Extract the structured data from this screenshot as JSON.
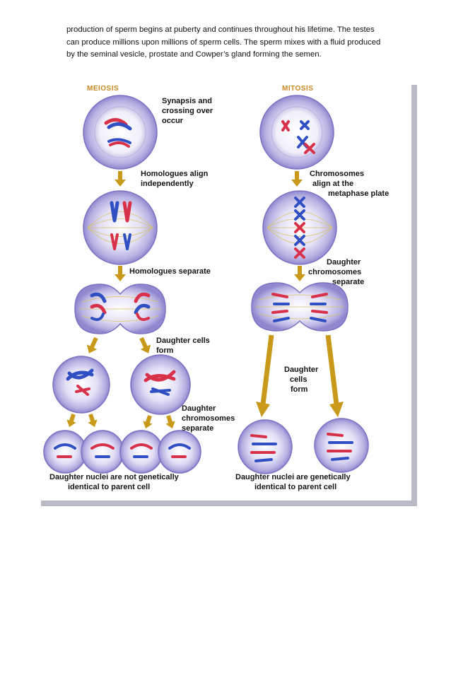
{
  "paragraph": {
    "lines": [
      "production of sperm begins at puberty and continues throughout his lifetime.  The testes",
      "can produce millions upon millions of sperm cells.  The sperm mixes with a fluid produced",
      "by the seminal vesicle, prostate and Cowper’s gland forming the semen."
    ]
  },
  "figure": {
    "meiosis_header": "MEIOSIS",
    "mitosis_header": "MITOSIS",
    "meiosis_labels": {
      "synapsis_1": "Synapsis and",
      "synapsis_2": "crossing over",
      "synapsis_3": "occur",
      "align_1": "Homologues align",
      "align_2": "independently",
      "separate": "Homologues separate",
      "cells_1": "Daughter cells",
      "cells_2": "form",
      "chrom_1": "Daughter",
      "chrom_2": "chromosomes",
      "chrom_3": "separate",
      "result_1": "Daughter nuclei are not genetically",
      "result_2": "identical to parent cell"
    },
    "mitosis_labels": {
      "align_1": "Chromosomes",
      "align_2": "align at the",
      "align_3": "metaphase plate",
      "chrom_1": "Daughter",
      "chrom_2": "chromosomes",
      "chrom_3": "separate",
      "cells_1": "Daughter",
      "cells_2": "cells",
      "cells_3": "form",
      "result_1": "Daughter nuclei are genetically",
      "result_2": "identical to parent cell"
    },
    "colors": {
      "arrow": "#c99a1a",
      "cell_fill": "#c8c3ea",
      "red_chromosome": "#d8324a",
      "blue_chromosome": "#2f4fc2"
    }
  }
}
